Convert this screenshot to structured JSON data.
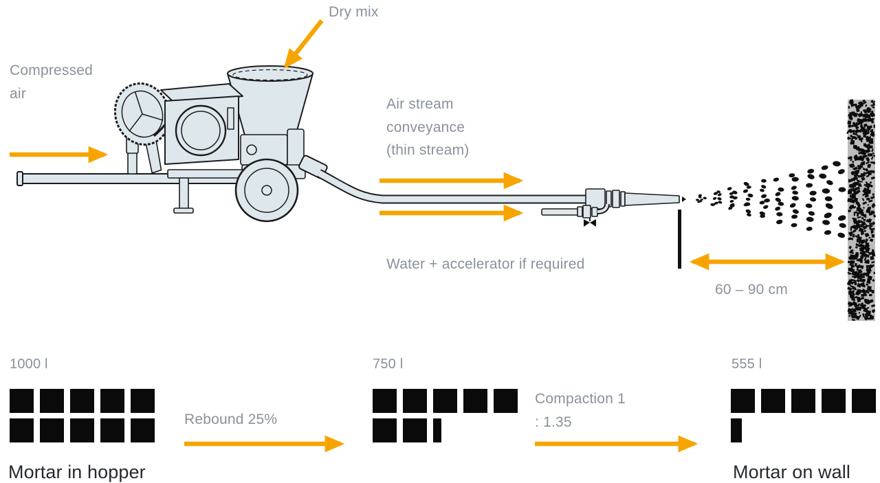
{
  "colors": {
    "accent": "#F6A500",
    "text_gray": "#8A919B",
    "text_dark": "#26292E",
    "machine_fill": "#DEE7EC",
    "outline": "#1C1C1C",
    "wall_gray": "#BCBCBC",
    "square_black": "#0A0A0A"
  },
  "top": {
    "labels": {
      "dry_mix": "Dry mix",
      "compressed_air": "Compressed air",
      "air_stream": "Air stream conveyance (thin stream)",
      "water": "Water + accelerator if required",
      "distance": "60 – 90 cm"
    }
  },
  "bottom": {
    "rebound_label": "Rebound 25%",
    "compaction_label": "Compaction 1 : 1.35",
    "captions": {
      "hopper": "Mortar in hopper",
      "wall": "Mortar on wall"
    },
    "blocks": [
      {
        "volume": "1000 l",
        "rows": [
          [
            1,
            1,
            1,
            1,
            1
          ],
          [
            1,
            1,
            1,
            1,
            1
          ]
        ]
      },
      {
        "volume": "750 l",
        "rows": [
          [
            1,
            1,
            1,
            1,
            1
          ],
          [
            1,
            1,
            0.35
          ]
        ]
      },
      {
        "volume": "555 l",
        "rows": [
          [
            1,
            1,
            1,
            1,
            1
          ],
          [
            0.45
          ]
        ]
      }
    ]
  }
}
